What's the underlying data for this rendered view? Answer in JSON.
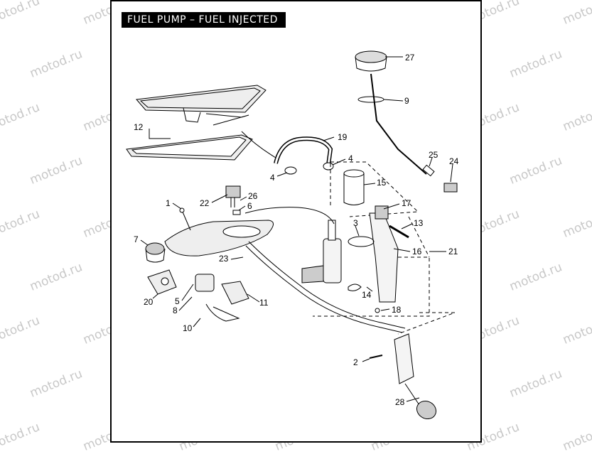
{
  "title": "FUEL PUMP – FUEL INJECTED",
  "watermark": "motod.ru",
  "callouts": {
    "c1": "1",
    "c2": "2",
    "c3": "3",
    "c4a": "4",
    "c4b": "4",
    "c5": "5",
    "c6": "6",
    "c7": "7",
    "c8": "8",
    "c9": "9",
    "c10": "10",
    "c11": "11",
    "c12": "12",
    "c13": "13",
    "c14": "14",
    "c15": "15",
    "c16": "16",
    "c17": "17",
    "c18": "18",
    "c19": "19",
    "c20": "20",
    "c21": "21",
    "c22": "22",
    "c23": "23",
    "c24": "24",
    "c25": "25",
    "c26": "26",
    "c27": "27",
    "c28": "28"
  }
}
